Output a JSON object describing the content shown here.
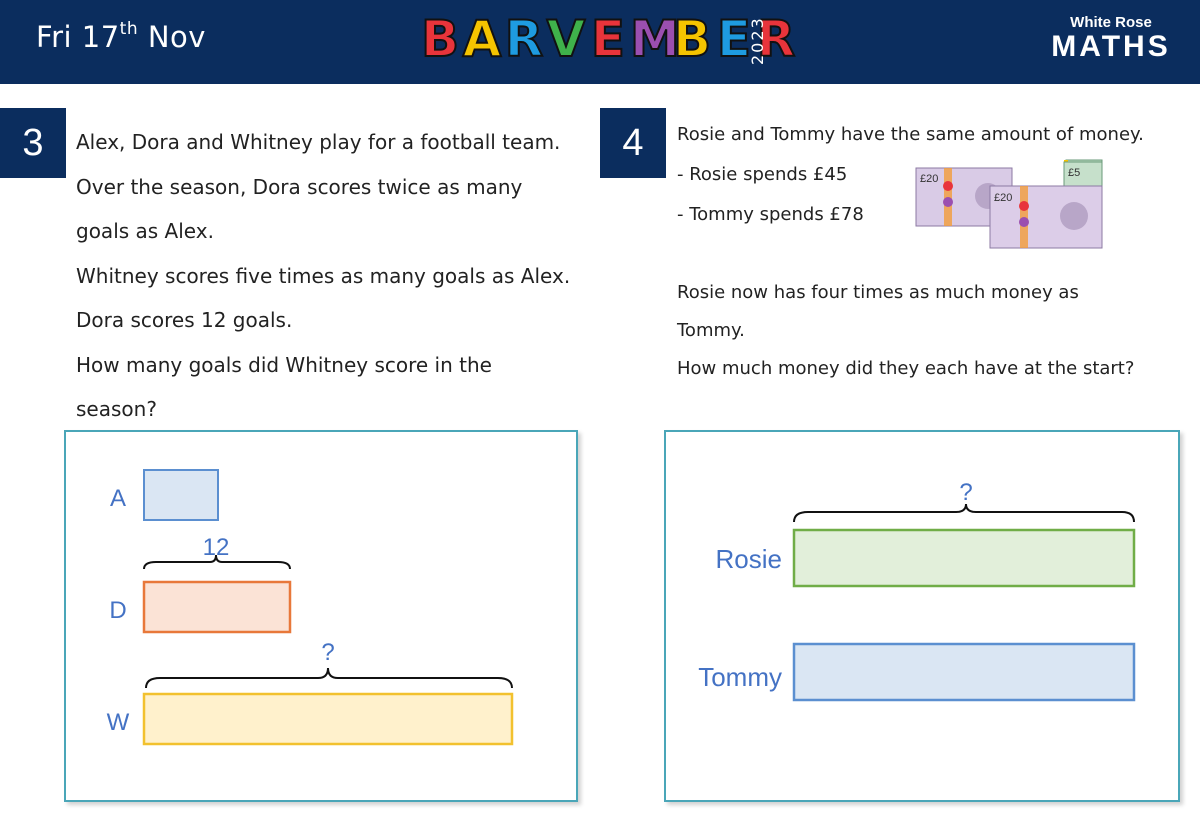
{
  "header": {
    "date_day": "Fri 17",
    "date_sup": "th",
    "date_month": " Nov",
    "logo_letters": [
      "B",
      "A",
      "R",
      "V",
      "E",
      "M",
      "B",
      "E",
      "R"
    ],
    "logo_colors": [
      "#e8343b",
      "#f5c400",
      "#1e9be0",
      "#3fb24b",
      "#e8343b",
      "#9b4fb0",
      "#f5c400",
      "#1e9be0",
      "#e8343b"
    ],
    "logo_year": "2023",
    "brand_top": "White Rose",
    "brand_bottom": "MATHS"
  },
  "q3": {
    "number": "3",
    "lines": [
      "Alex, Dora and Whitney play for a football team.",
      "Over the season, Dora scores twice as many",
      "goals as Alex.",
      "Whitney scores five times as many goals as Alex.",
      "Dora scores 12 goals.",
      "How many goals did Whitney score in the",
      "season?"
    ],
    "bar_model": {
      "label_a": "A",
      "label_d": "D",
      "label_w": "W",
      "d_value": "12",
      "w_value": "?",
      "colors": {
        "a": "#dae6f3",
        "a_border": "#5b8fd0",
        "d": "#fbe3d6",
        "d_border": "#e8783a",
        "w": "#fff1cc",
        "w_border": "#f2c12e",
        "label": "#4472c4"
      }
    }
  },
  "q4": {
    "number": "4",
    "line1": "Rosie and Tommy have the same amount of money.",
    "line2": "- Rosie spends £45",
    "line3": "- Tommy spends £78",
    "line4": "Rosie now has four times as much money as",
    "line5": "Tommy.",
    "line6": "How much money did they each have at the start?",
    "notes": {
      "note1": "£20",
      "note2": "£20",
      "note3": "£5"
    },
    "bar_model": {
      "label_rosie": "Rosie",
      "label_tommy": "Tommy",
      "rosie_value": "?",
      "colors": {
        "rosie": "#e2efda",
        "rosie_border": "#70ad47",
        "tommy": "#dae6f3",
        "tommy_border": "#5b8fd0",
        "label": "#4472c4"
      }
    }
  }
}
